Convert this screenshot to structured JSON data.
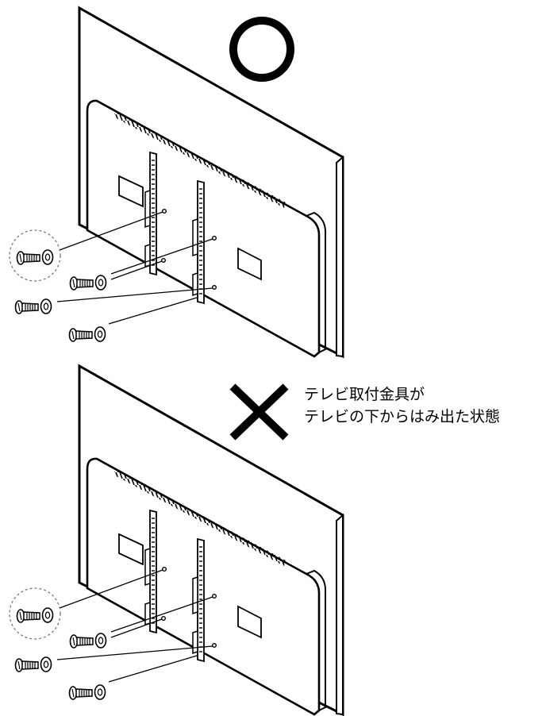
{
  "figure": {
    "correct_mark": "〇",
    "wrong_mark": "✕",
    "caption_lines": [
      "テレビ取付金具が",
      "テレビの下からはみ出た状態"
    ]
  },
  "colors": {
    "line": "#000000",
    "background": "#ffffff",
    "dashed_circle": "#777777"
  },
  "icons": {
    "screw": "screw-icon",
    "washer": "washer-icon"
  }
}
